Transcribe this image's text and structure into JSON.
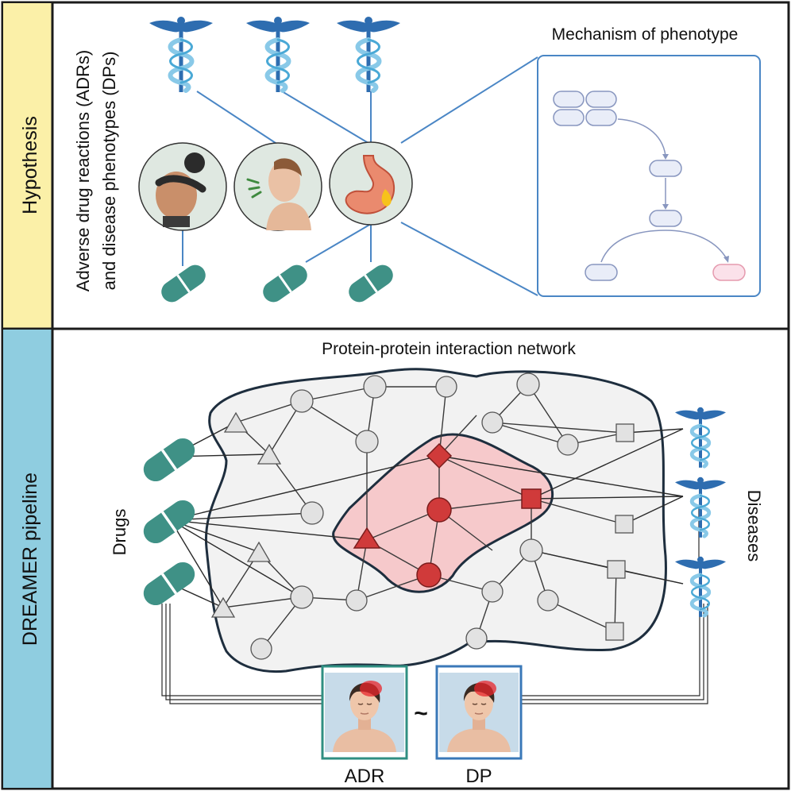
{
  "sections": {
    "hypothesis": {
      "label": "Hypothesis",
      "side_label_line1": "Adverse drug reactions (ADRs)",
      "side_label_line2": "and disease phenotypes (DPs)",
      "mechanism_title": "Mechanism of phenotype"
    },
    "pipeline": {
      "label": "DREAMER pipeline",
      "network_title": "Protein-protein interaction network",
      "drugs_label": "Drugs",
      "diseases_label": "Diseases",
      "adr_label": "ADR",
      "dp_label": "DP",
      "similarity_symbol": "~"
    }
  },
  "colors": {
    "hypothesis_band": "#fbf0a8",
    "pipeline_band": "#8fcde0",
    "caduceus": "#2e6db0",
    "pill": "#3f9186",
    "network_fill": "#f3f3f3",
    "module_fill": "#f6c9cb",
    "module_node": "#d03a3a",
    "node_grey": "#e2e2e2",
    "adr_frame": "#2f8f82",
    "dp_frame": "#3a78b8"
  },
  "icons": {
    "caduceus": "caduceus-icon",
    "pill": "pill-icon",
    "patient": "patient-icon"
  }
}
